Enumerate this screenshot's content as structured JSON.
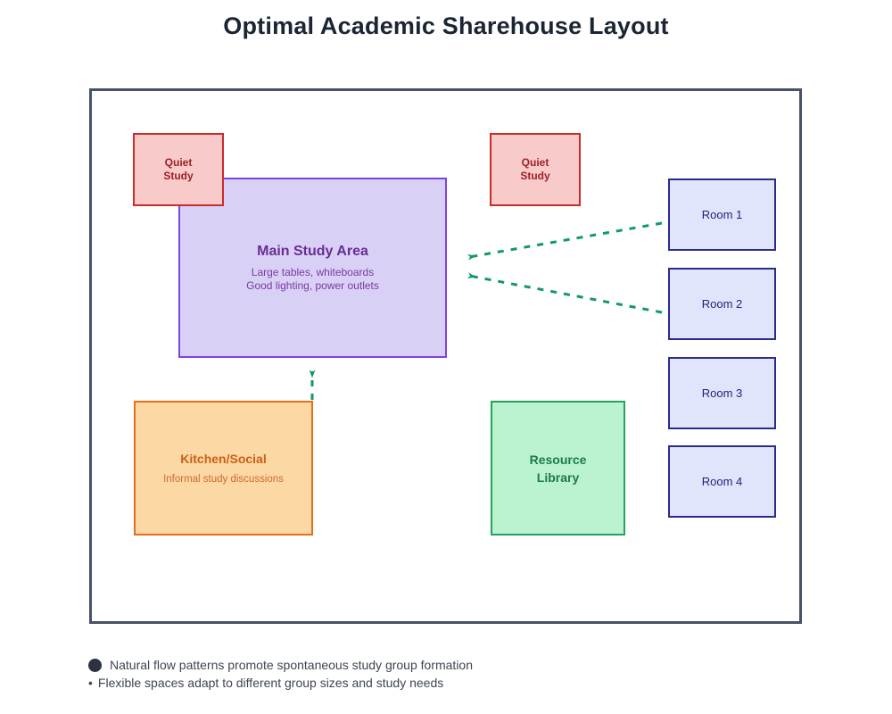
{
  "title": "Optimal Academic Sharehouse Layout",
  "zones": {
    "quiet_study_1": {
      "line1": "Quiet",
      "line2": "Study"
    },
    "quiet_study_2": {
      "line1": "Quiet",
      "line2": "Study"
    },
    "main_study_area": {
      "title": "Main Study Area",
      "desc1": "Large tables, whiteboards",
      "desc2": "Good lighting, power outlets"
    },
    "kitchen_social": {
      "title": "Kitchen/Social",
      "desc": "Informal study discussions"
    },
    "resource_library": {
      "line1": "Resource",
      "line2": "Library"
    }
  },
  "rooms": [
    {
      "label": "Room 1"
    },
    {
      "label": "Room 2"
    },
    {
      "label": "Room 3"
    },
    {
      "label": "Room 4"
    }
  ],
  "notes": {
    "line1_icon": "dark-circle-icon",
    "line1_text": "Natural flow patterns promote spontaneous study group formation",
    "line2_bullet": "•",
    "line2_text": "Flexible spaces adapt to different group sizes and study needs"
  },
  "colors": {
    "title_text": "#1b2533",
    "floorplan_outline": "#475266",
    "quiet_study_fill": "#f9caca",
    "quiet_study_border": "#cc2b2b",
    "quiet_study_text": "#9c2028",
    "main_study_fill": "#d9d0f6",
    "main_study_border": "#7c44e0",
    "main_study_text": "#6a2d93",
    "kitchen_fill": "#fcd8a5",
    "kitchen_border": "#e5701a",
    "kitchen_text": "#cb5f17",
    "library_fill": "#bbf2d0",
    "library_border": "#23a45a",
    "library_text": "#1d7b46",
    "room_fill": "#e0e5fc",
    "room_border": "#2b2b8a",
    "room_text": "#232379",
    "flow_arrow": "#119a62",
    "note_text": "#3d4553"
  }
}
